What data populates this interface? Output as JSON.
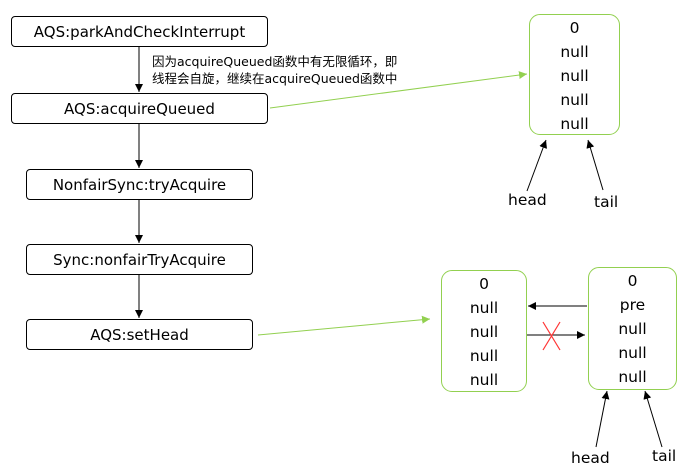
{
  "flow": {
    "step1": "AQS:parkAndCheckInterrupt",
    "step2": "AQS:acquireQueued",
    "step3": "NonfairSync:tryAcquire",
    "step4": "Sync:nonfairTryAcquire",
    "step5": "AQS:setHead"
  },
  "note": {
    "line1": "因为acquireQueued函数中有无限循环，即",
    "line2": "线程会自旋，继续在acquireQueued函数中"
  },
  "queue_before": {
    "node": [
      "0",
      "null",
      "null",
      "null",
      "null"
    ],
    "head_label": "head",
    "tail_label": "tail"
  },
  "queue_after": {
    "left_node": [
      "0",
      "null",
      "null",
      "null",
      "null"
    ],
    "right_node": [
      "0",
      "pre",
      "null",
      "null",
      "null"
    ],
    "head_label": "head",
    "tail_label": "tail"
  },
  "colors": {
    "accent": "#92d050",
    "cross": "#ff3333",
    "line": "#000000"
  }
}
